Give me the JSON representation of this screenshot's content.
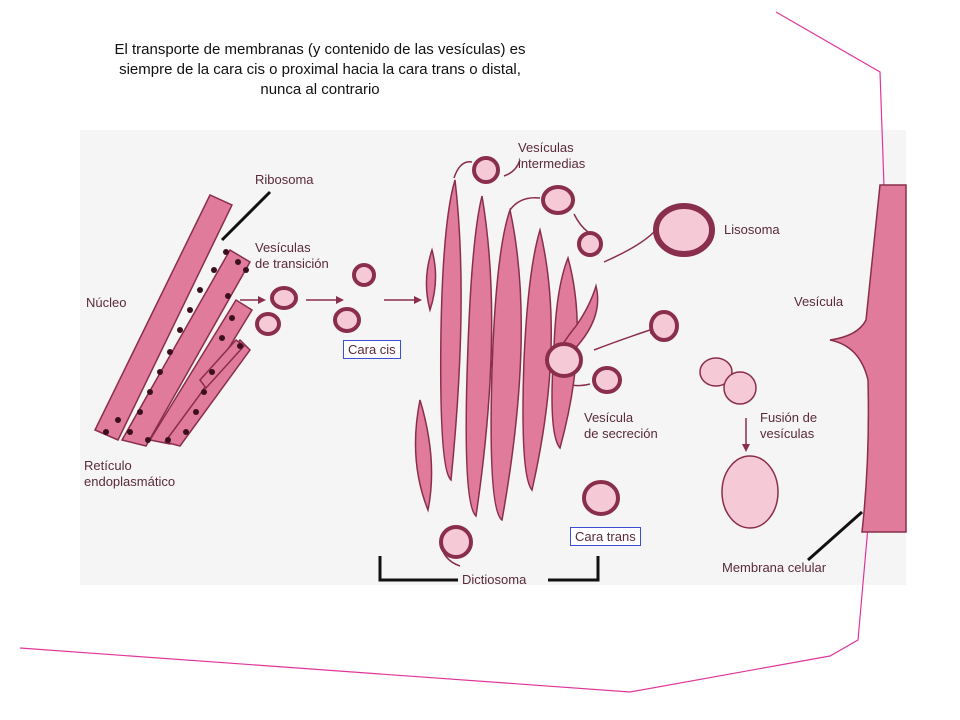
{
  "caption": "El transporte de membranas (y contenido de las vesículas) es siempre de la cara cis o proximal hacia la cara trans o distal, nunca al contrario",
  "labels": {
    "ribosoma": "Ribosoma",
    "vesiculas_transicion_1": "Vesículas",
    "vesiculas_transicion_2": "de transición",
    "nucleo": "Núcleo",
    "reticulo_1": "Retículo",
    "reticulo_2": "endoplasmático",
    "cara_cis": "Cara cis",
    "vesiculas_intermedias_1": "Vesículas",
    "vesiculas_intermedias_2": "intermedias",
    "lisosoma": "Lisosoma",
    "vesicula": "Vesícula",
    "vesicula_secrecion_1": "Vesícula",
    "vesicula_secrecion_2": "de secreción",
    "fusion_1": "Fusión de",
    "fusion_2": "vesículas",
    "cara_trans": "Cara trans",
    "dictiosoma": "Dictiosoma",
    "membrana_celular": "Membrana celular"
  },
  "colors": {
    "organelle_fill": "#e07b9b",
    "organelle_light": "#f6c9d6",
    "outline": "#8a2e4d",
    "ribosome_dot": "#3a0f1e",
    "label_box_border": "#3b4fd6",
    "frame_line": "#e0369a"
  }
}
